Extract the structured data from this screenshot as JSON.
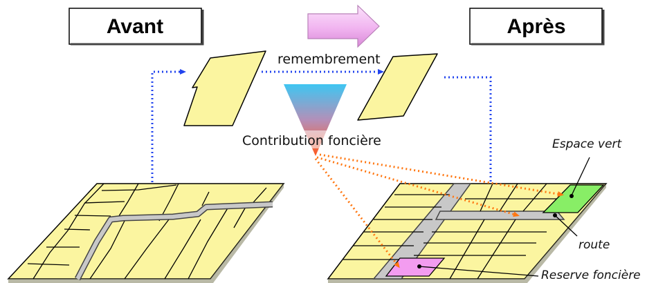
{
  "labels": {
    "before": "Avant",
    "after": "Après",
    "process": "remembrement",
    "contribution": "Contribution foncière",
    "green_space": "Espace vert",
    "road": "route",
    "reserve": "Reserve foncière"
  },
  "colors": {
    "parcel": "#fbf5a0",
    "road": "#c8c8c8",
    "green_space": "#88ee66",
    "reserve": "#f39cf0",
    "blue_arrow": "#2244ee",
    "orange_arrow": "#ff7711",
    "big_arrow": "#f0b0f0"
  }
}
